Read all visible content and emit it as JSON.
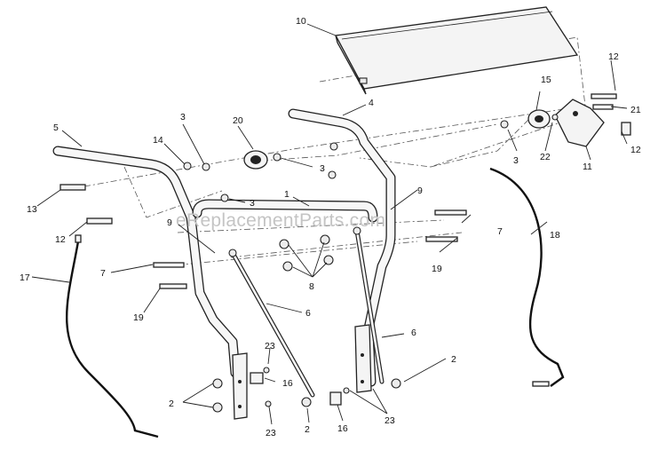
{
  "watermark": "eReplacementParts.com",
  "callouts": {
    "c1": "1",
    "c2a": "2",
    "c2b": "2",
    "c2c": "2",
    "c3a": "3",
    "c3b": "3",
    "c3c": "3",
    "c3d": "3",
    "c4": "4",
    "c5": "5",
    "c6a": "6",
    "c6b": "6",
    "c7a": "7",
    "c7b": "7",
    "c8": "8",
    "c9a": "9",
    "c9b": "9",
    "c10": "10",
    "c11": "11",
    "c12a": "12",
    "c12b": "12",
    "c12c": "12",
    "c13": "13",
    "c14": "14",
    "c15": "15",
    "c16a": "16",
    "c16b": "16",
    "c17": "17",
    "c18": "18",
    "c19a": "19",
    "c19b": "19",
    "c20": "20",
    "c21": "21",
    "c22": "22",
    "c23a": "23",
    "c23b": "23",
    "c23c": "23"
  }
}
